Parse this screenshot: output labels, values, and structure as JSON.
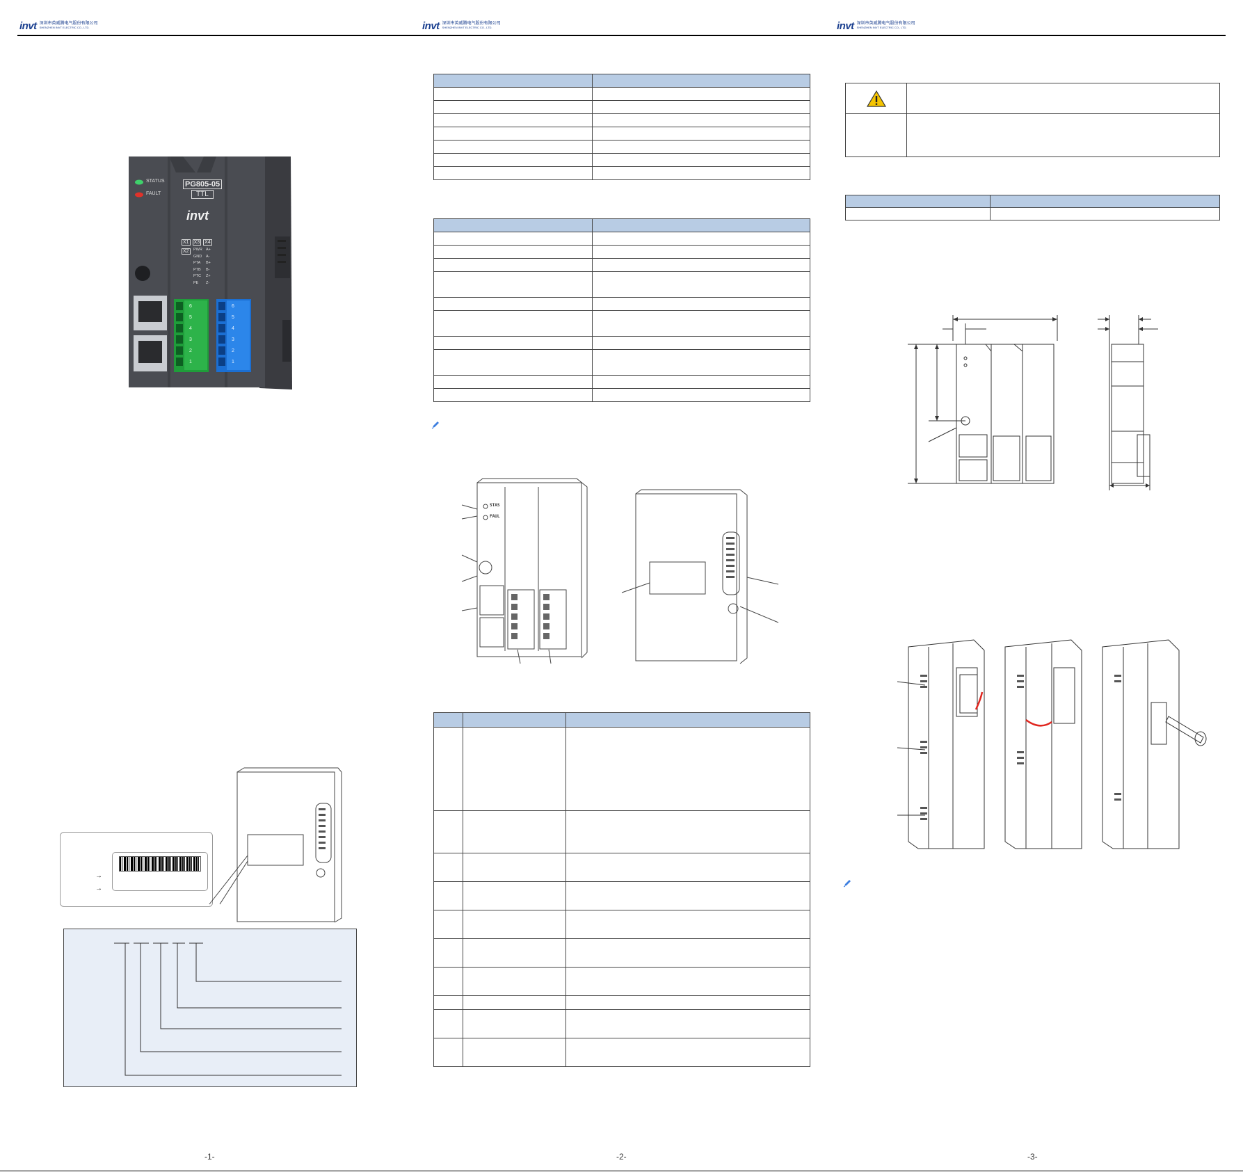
{
  "header": {
    "logo_mark": "invt",
    "company_cn": "深圳市英威腾电气股份有限公司",
    "company_en": "SHENZHEN INVT ELECTRIC CO., LTD."
  },
  "product_photo": {
    "model_label": "PG805-05",
    "variant_label": "TTL",
    "brand": "invt",
    "led_status": "STATUS",
    "led_fault": "FAULT",
    "port_labels": [
      "X1",
      "X3",
      "X4",
      "X2"
    ],
    "x3_pins": [
      "PWR",
      "GND",
      "PTA",
      "PTB",
      "PTC",
      "PE"
    ],
    "x4_pins": [
      "A+",
      "A-",
      "B+",
      "B-",
      "Z+",
      "Z-"
    ],
    "terminal_numbers": [
      "6",
      "5",
      "4",
      "3",
      "2",
      "1"
    ]
  },
  "front_drawing": {
    "led_status": "STAS",
    "led_fault": "FAUL"
  },
  "page_numbers": [
    "-1-",
    "-2-",
    "-3-"
  ],
  "colors": {
    "table_header": "#b8cce4",
    "panel_bg": "#e8eef7",
    "header_rule": "#000000",
    "accent_blue": "#1a3f8f",
    "accent_red": "#d0261c",
    "warning_yellow": "#f5c400"
  },
  "icons": {
    "warning": "warning-triangle-icon",
    "note": "pencil-note-icon"
  }
}
